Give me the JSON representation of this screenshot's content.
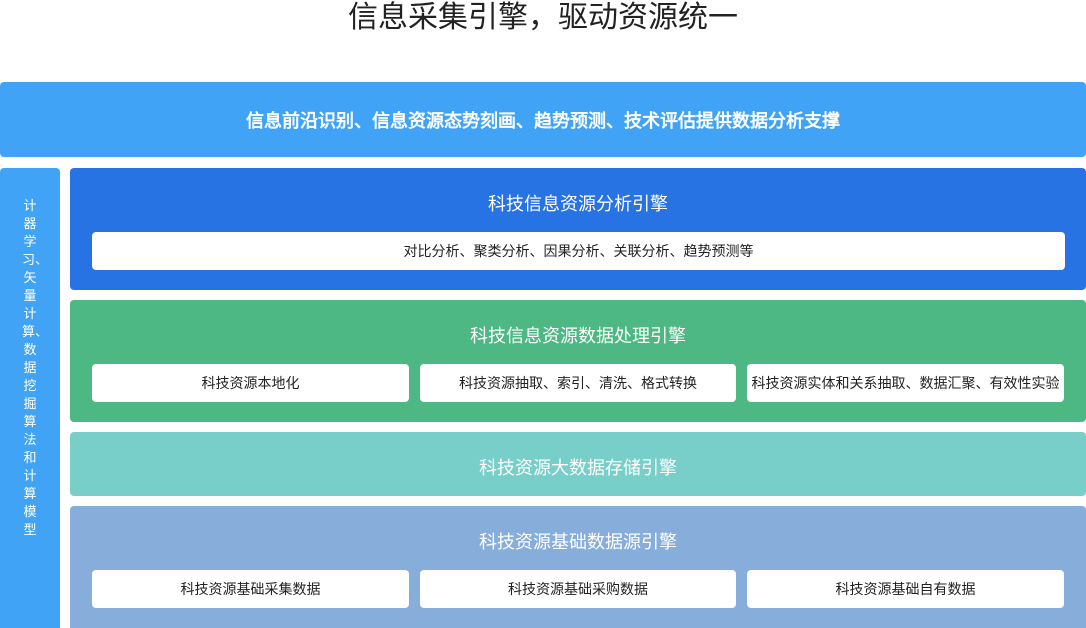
{
  "title": "信息采集引擎，驱动资源统一",
  "top_banner": "信息前沿识别、信息资源态势刻画、趋势预测、技术评估提供数据分析支撑",
  "side_label": "计器学习、矢量计算、数据挖掘算法和计算模型",
  "colors": {
    "banner": "#41a3f5",
    "side": "#41a3f5",
    "analysis": "#2873e3",
    "processing": "#4db884",
    "storage": "#78cfc9",
    "source": "#87aedb"
  },
  "engines": {
    "analysis": {
      "title": "科技信息资源分析引擎",
      "items": [
        "对比分析、聚类分析、因果分析、关联分析、趋势预测等"
      ]
    },
    "processing": {
      "title": "科技信息资源数据处理引擎",
      "items": [
        "科技资源本地化",
        "科技资源抽取、索引、清洗、格式转换",
        "科技资源实体和关系抽取、数据汇聚、有效性实验"
      ]
    },
    "storage": {
      "title": "科技资源大数据存储引擎"
    },
    "source": {
      "title": "科技资源基础数据源引擎",
      "items": [
        "科技资源基础采集数据",
        "科技资源基础采购数据",
        "科技资源基础自有数据"
      ]
    }
  }
}
